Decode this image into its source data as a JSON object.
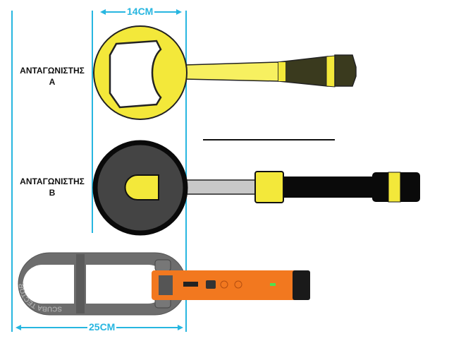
{
  "labels": {
    "competitor_a_line1": "ΑΝΤΑΓΩΝΙΣΤΗΣ",
    "competitor_a_line2": "Α",
    "competitor_b_line1": "ΑΝΤΑΓΩΝΙΣΤΗΣ",
    "competitor_b_line2": "Β"
  },
  "dimensions": {
    "competitor_width": "14CM",
    "product_width": "25CM"
  },
  "product_logo_text": "SCUBA TECTOR",
  "colors": {
    "dimension": "#27b6e0",
    "yellow": "#f3e83a",
    "orange": "#f2781f",
    "gray": "#6d6d6d"
  }
}
